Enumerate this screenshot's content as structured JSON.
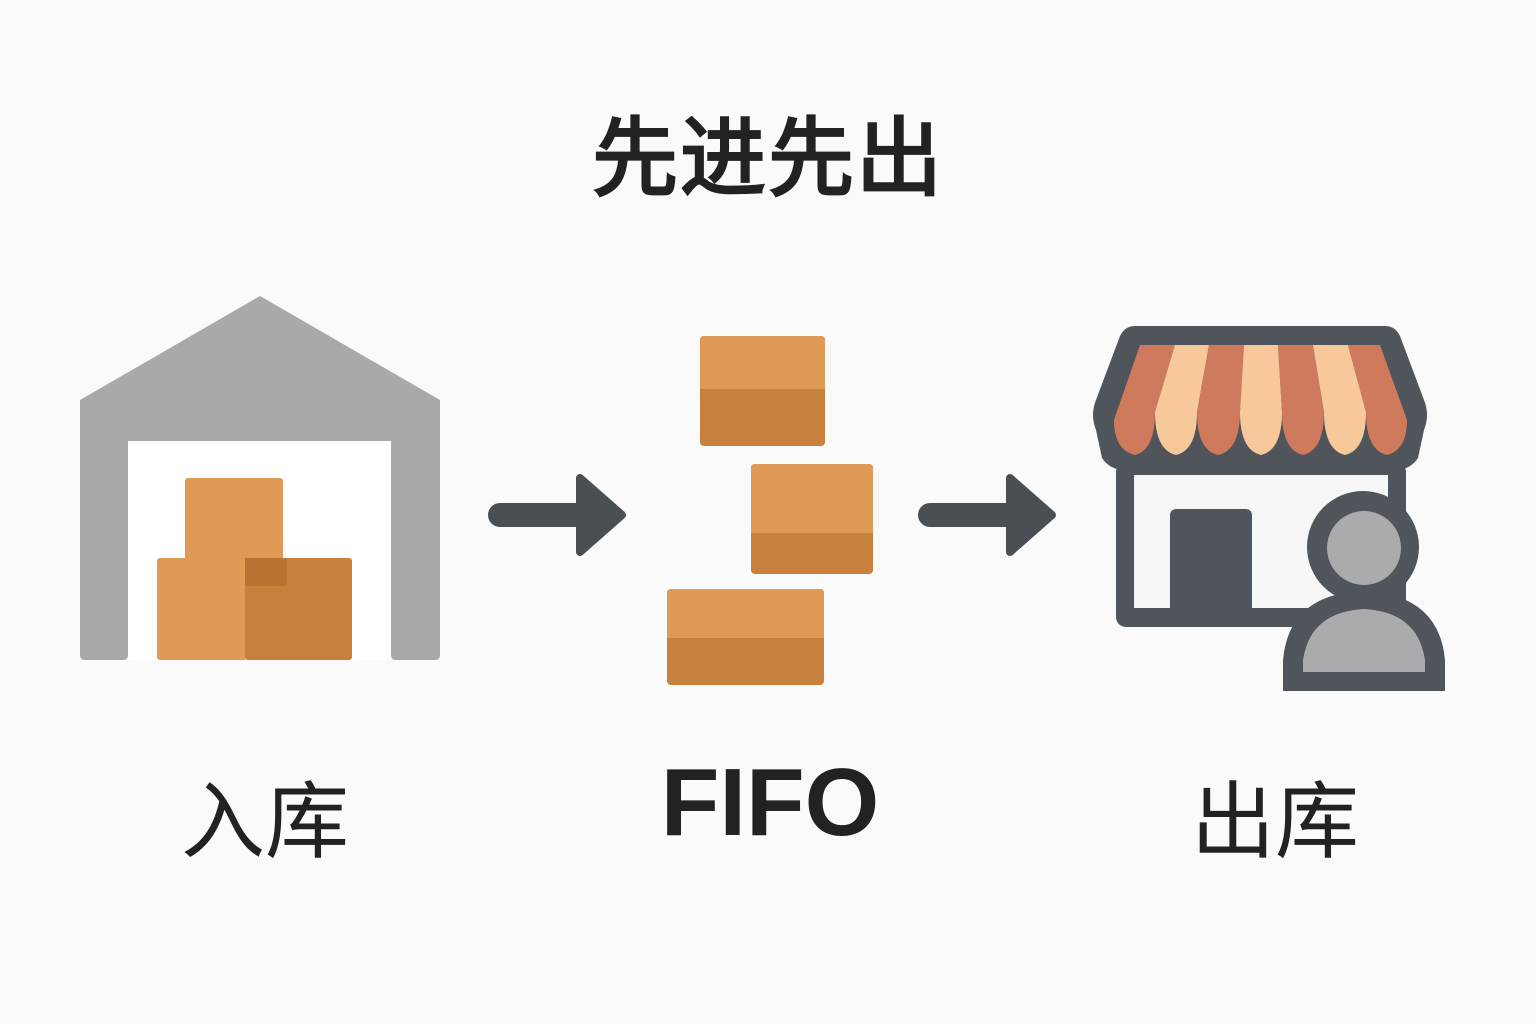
{
  "title": "先进先出",
  "stages": [
    {
      "label": "入库",
      "icon": "warehouse-icon"
    },
    {
      "label": "FIFO",
      "icon": "boxes-queue-icon"
    },
    {
      "label": "出库",
      "icon": "store-customer-icon"
    }
  ],
  "colors": {
    "background": "#fafafa",
    "warehouse_gray": "#a7a9aa",
    "box_light": "#df9b55",
    "box_dark": "#c8803d",
    "arrow": "#4a4f54",
    "store_outline": "#4f555b",
    "awning_dark": "#cf7a5c",
    "awning_light": "#f7c99a",
    "person_fill": "#a9abac"
  }
}
